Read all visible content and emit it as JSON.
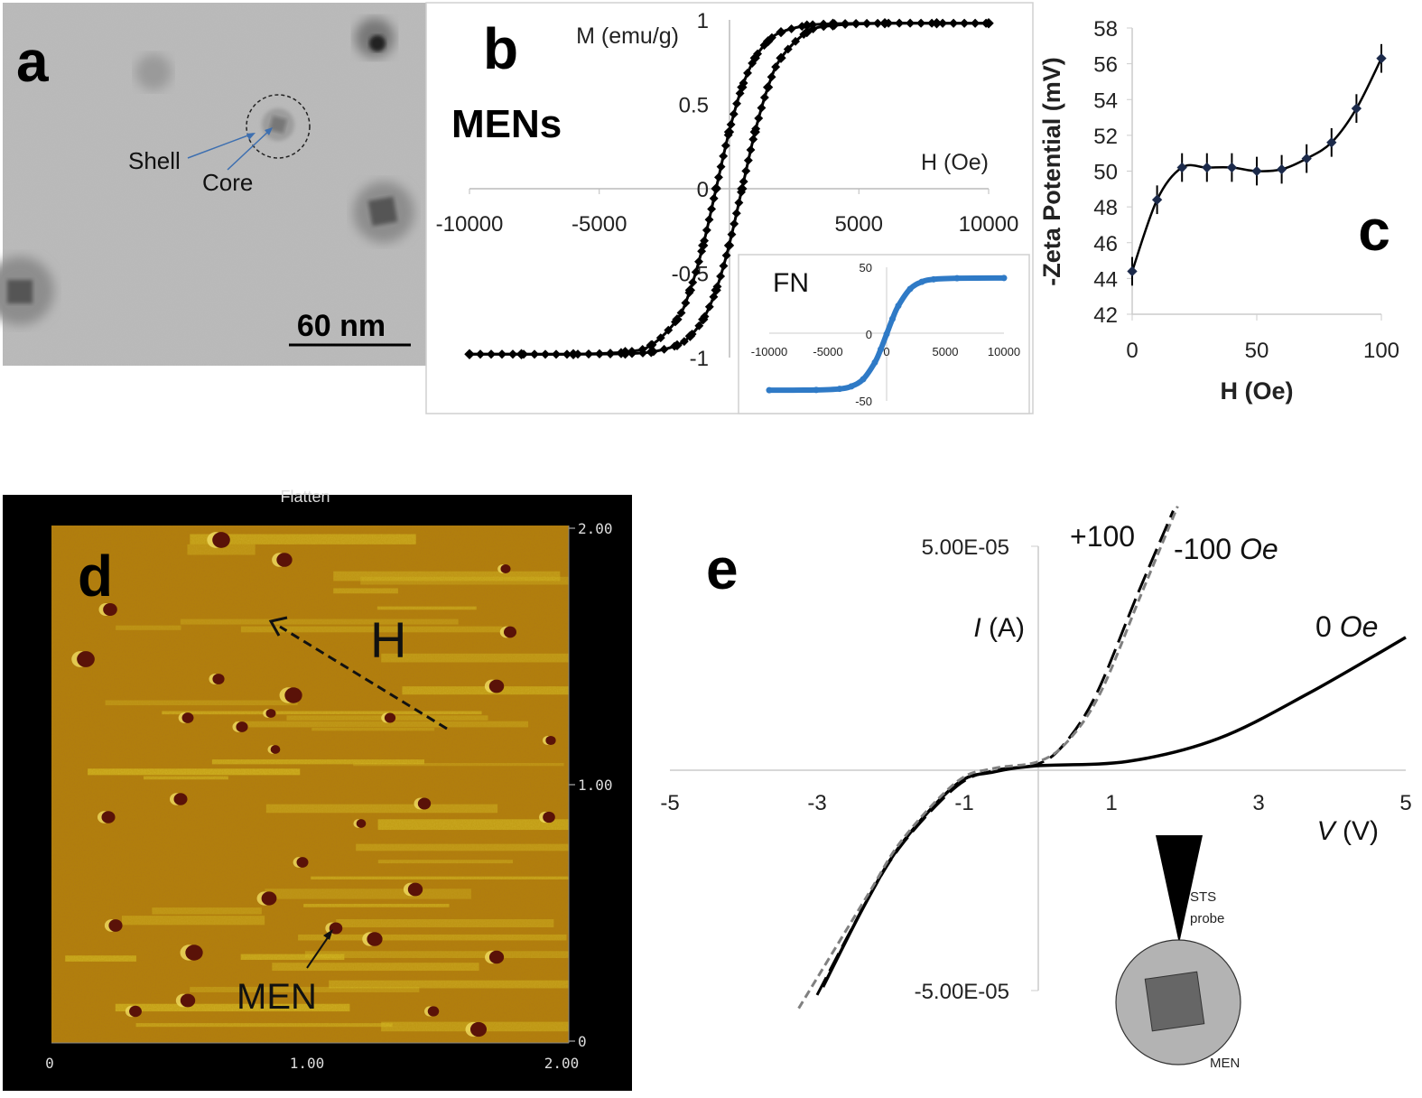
{
  "panel_a": {
    "label": "a",
    "shell_label": "Shell",
    "core_label": "Core",
    "scale_bar": "60 nm"
  },
  "panel_d": {
    "label": "d",
    "top_caption": "Flatten",
    "field_label": "H",
    "particle_label": "MEN",
    "right_ticks": [
      "2.00",
      "1.00",
      "0"
    ],
    "bottom_ticks": [
      "0",
      "1.00",
      "2.00"
    ],
    "colors": {
      "base": "#b07a12",
      "streak": "#d9c12a",
      "particle": "#5a1208"
    }
  },
  "chart_data": [
    {
      "id": "b",
      "type": "scatter",
      "panel_label": "b",
      "annotation": "MENs",
      "xlabel": "H (Oe)",
      "ylabel": "M (emu/g)",
      "xlim": [
        -10000,
        10000
      ],
      "ylim": [
        -1,
        1
      ],
      "xticks": [
        "-10000",
        "-5000",
        "0",
        "5000",
        "10000"
      ],
      "xtick_values": [
        -10000,
        -5000,
        0,
        5000,
        10000
      ],
      "yticks": [
        "1",
        "0.5",
        "0",
        "-0.5",
        "-1"
      ],
      "ytick_values": [
        1,
        0.5,
        0,
        -0.5,
        -1
      ],
      "grid": false,
      "color": "#000000",
      "x": [
        -10000,
        -8000,
        -6000,
        -4000,
        -3000,
        -2000,
        -1500,
        -1000,
        -500,
        0,
        500,
        1000,
        1500,
        2000,
        3000,
        4000,
        6000,
        8000,
        10000
      ],
      "series": [
        {
          "values": [
            -0.98,
            -0.98,
            -0.98,
            -0.967,
            -0.927,
            -0.774,
            -0.601,
            -0.336,
            0,
            0.336,
            0.601,
            0.774,
            0.873,
            0.927,
            0.967,
            0.977,
            0.98,
            0.98,
            0.98
          ]
        },
        {
          "values": [
            -0.98,
            -0.98,
            -0.98,
            -0.977,
            -0.967,
            -0.927,
            -0.873,
            -0.774,
            -0.601,
            -0.336,
            0,
            0.336,
            0.601,
            0.774,
            0.927,
            0.967,
            0.98,
            0.98,
            0.98
          ]
        }
      ],
      "inset": {
        "type": "scatter",
        "annotation": "FN",
        "xlim": [
          -10000,
          10000
        ],
        "ylim": [
          -50,
          50
        ],
        "xticks": [
          "-10000",
          "-5000",
          "0",
          "5000",
          "10000"
        ],
        "xtick_values": [
          -10000,
          -5000,
          0,
          5000,
          10000
        ],
        "yticks": [
          "50",
          "0",
          "-50"
        ],
        "ytick_values": [
          50,
          0,
          -50
        ],
        "color": "#2f7ac6",
        "x": [
          -10000,
          -6000,
          -4000,
          -3000,
          -2000,
          -1000,
          -500,
          0,
          500,
          1000,
          2000,
          3000,
          4000,
          6000,
          10000
        ],
        "values": [
          -42,
          -41.8,
          -41,
          -39.1,
          -33.8,
          -21.2,
          -11.4,
          0,
          11.4,
          21.2,
          33.8,
          39.1,
          41,
          41.8,
          42
        ]
      }
    },
    {
      "id": "c",
      "type": "line",
      "panel_label": "c",
      "xlabel": "H (Oe)",
      "ylabel": "-Zeta Potential (mV)",
      "xlim": [
        0,
        100
      ],
      "ylim": [
        42,
        58
      ],
      "xticks": [
        "0",
        "50",
        "100"
      ],
      "xtick_values": [
        0,
        50,
        100
      ],
      "yticks": [
        "58",
        "56",
        "54",
        "52",
        "50",
        "48",
        "46",
        "44",
        "42"
      ],
      "ytick_values": [
        58,
        56,
        54,
        52,
        50,
        48,
        46,
        44,
        42
      ],
      "grid": false,
      "x": [
        0,
        10,
        20,
        30,
        40,
        50,
        60,
        70,
        80,
        90,
        100
      ],
      "values": [
        44.4,
        48.4,
        50.2,
        50.2,
        50.2,
        50.0,
        50.1,
        50.7,
        51.6,
        53.5,
        56.3
      ],
      "error": [
        0.8,
        0.8,
        0.8,
        0.8,
        0.8,
        0.8,
        0.8,
        0.8,
        0.8,
        0.8,
        0.8
      ],
      "color": "#000000"
    },
    {
      "id": "e",
      "type": "line",
      "panel_label": "e",
      "xlabel_var": "V",
      "xlabel_unit": " (V)",
      "ylabel_var": "I",
      "ylabel_unit": " (A)",
      "xlim": [
        -5,
        5
      ],
      "ylim": [
        -5e-05,
        5e-05
      ],
      "xticks": [
        "-5",
        "-3",
        "-1",
        "1",
        "3",
        "5"
      ],
      "xtick_values": [
        -5,
        -3,
        -1,
        1,
        3,
        5
      ],
      "yticks": [
        "5.00E-05",
        "-5.00E-05"
      ],
      "ytick_values": [
        5e-05,
        -5e-05
      ],
      "grid": false,
      "series": [
        {
          "name_value": "0",
          "name_unit": "Oe",
          "style": "solid",
          "color": "#000000",
          "x": [
            -2.92,
            -2.33,
            -1.84,
            -1.1,
            -0.6,
            0,
            1.23,
            2.45,
            3.68,
            5
          ],
          "values": [
            -4.92e-05,
            -3e-05,
            -1.67e-05,
            -3.5e-06,
            -8e-07,
            6e-07,
            1.6e-06,
            6.7e-06,
            1.69e-05,
            2.95e-05
          ]
        },
        {
          "name_value": "+100",
          "name_unit": "",
          "style": "long-dash",
          "color": "#000000",
          "x": [
            -3.0,
            -2.33,
            -1.84,
            -1.1,
            -0.6,
            0,
            0.37,
            0.8,
            1.35,
            1.84
          ],
          "values": [
            -5.1e-05,
            -3e-05,
            -1.7e-05,
            -4e-06,
            -5e-07,
            1e-06,
            5.7e-06,
            1.69e-05,
            3.9e-05,
            5.8e-05
          ]
        },
        {
          "name_value": "-100",
          "name_unit": "Oe",
          "style": "short-dash",
          "color": "#808080",
          "x": [
            -3.25,
            -2.33,
            -1.84,
            -1.1,
            -0.6,
            0,
            0.4,
            0.85,
            1.4,
            1.9
          ],
          "values": [
            -5.4e-05,
            -2.9e-05,
            -1.6e-05,
            -3e-06,
            0.0,
            1.5e-06,
            6e-06,
            1.7e-05,
            3.9e-05,
            5.9e-05
          ]
        }
      ],
      "inset": {
        "probe_label_1": "STS",
        "probe_label_2": "probe",
        "particle_label": "MEN"
      }
    }
  ]
}
